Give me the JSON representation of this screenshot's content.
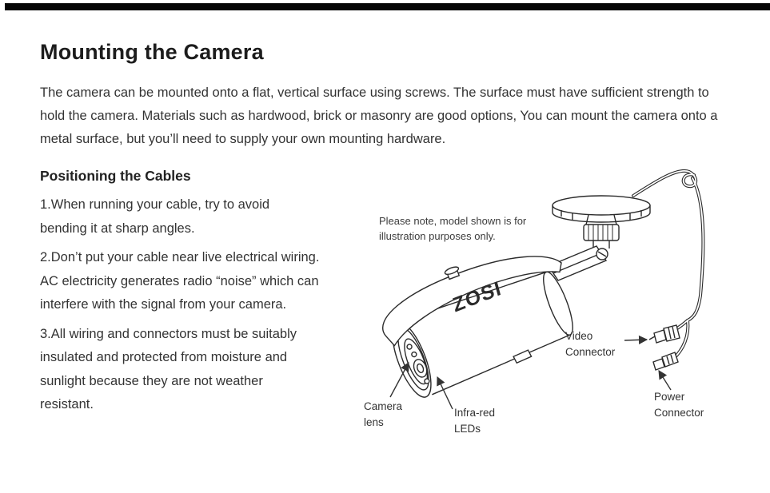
{
  "page": {
    "title": "Mounting the Camera",
    "intro": "The camera can be mounted onto a flat, vertical surface using screws. The surface must have sufficient strength to hold the camera. Materials such as hardwood, brick or masonry are good options, You can mount the camera onto a metal surface, but you’ll need to supply your own mounting hardware.",
    "section_heading": "Positioning the Cables",
    "steps": [
      "1.When running your cable, try to avoid bending it at sharp angles.",
      "2.Don’t put your cable near live electrical wiring. AC electricity generates radio “noise” which can interfere with the signal from your camera.",
      "3.All wiring and connectors must be suitably insulated and protected from moisture and sunlight because they are not weather resistant."
    ]
  },
  "diagram": {
    "note": "Please note, model shown is for illustration purposes only.",
    "brand": "ZOSI",
    "labels": {
      "video_connector": "Video Connector",
      "power_connector": "Power Connector",
      "camera_lens": "Camera lens",
      "infrared_leds": "Infra-red LEDs"
    },
    "line_color": "#2b2b2b"
  }
}
